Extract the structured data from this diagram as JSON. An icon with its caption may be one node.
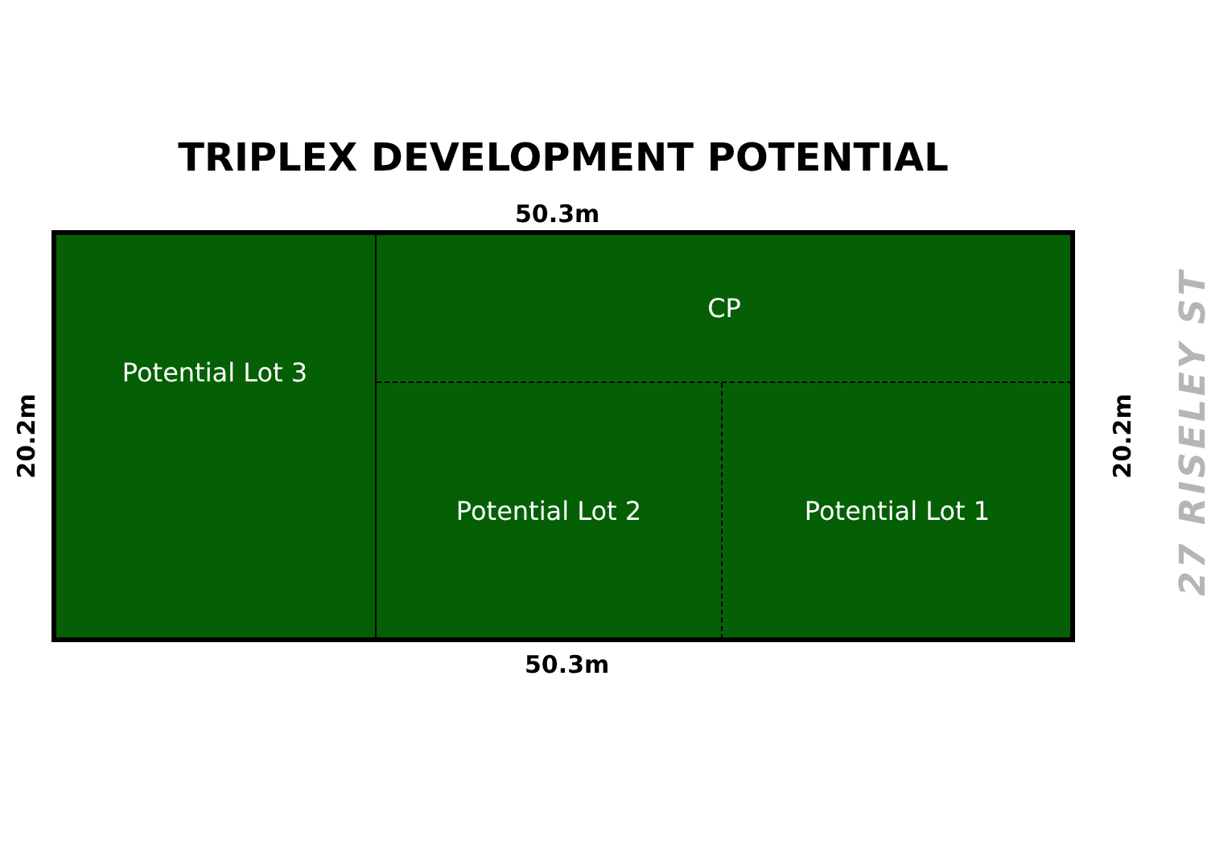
{
  "diagram": {
    "title": "TRIPLEX DEVELOPMENT POTENTIAL",
    "nodes": [
      {
        "text": [
          "Potential Lot 3"
        ]
      },
      {
        "text": [
          "CP"
        ]
      },
      {
        "text": [
          "Potential Lot 2"
        ]
      },
      {
        "text": [
          "Potential Lot 1"
        ]
      }
    ],
    "labels": [
      "50.3m",
      "20.2m",
      "20.2m",
      "50.3m",
      "27 RISELEY ST"
    ]
  }
}
